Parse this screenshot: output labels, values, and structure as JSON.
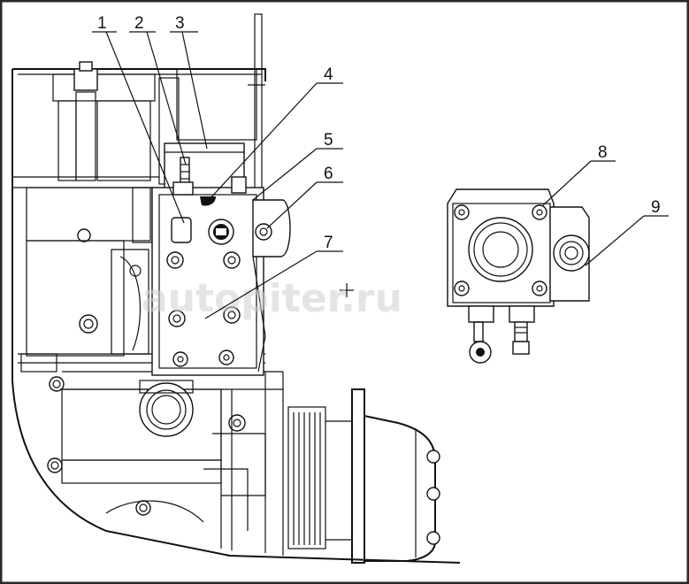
{
  "diagram": {
    "callouts": [
      {
        "id": 1,
        "label": "1"
      },
      {
        "id": 2,
        "label": "2"
      },
      {
        "id": 3,
        "label": "3"
      },
      {
        "id": 4,
        "label": "4"
      },
      {
        "id": 5,
        "label": "5"
      },
      {
        "id": 6,
        "label": "6"
      },
      {
        "id": 7,
        "label": "7"
      },
      {
        "id": 8,
        "label": "8"
      },
      {
        "id": 9,
        "label": "9"
      }
    ],
    "watermark": "autopiter.ru",
    "colors": {
      "line": "#111111",
      "background": "#ffffff",
      "watermark": "#cfcfcf",
      "frame": "#2a2a2a"
    }
  }
}
